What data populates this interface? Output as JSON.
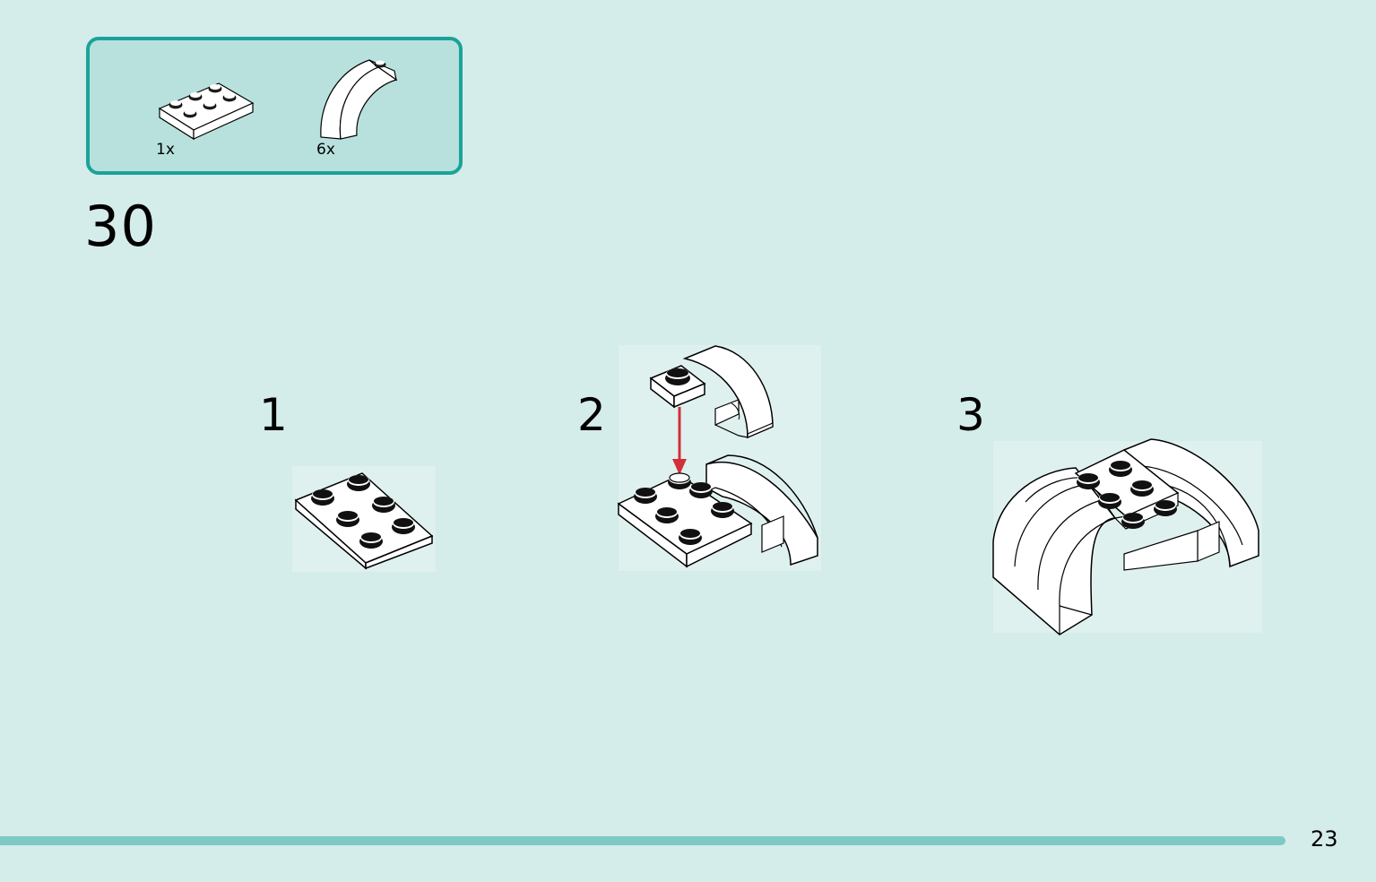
{
  "step": {
    "number": "30"
  },
  "parts": [
    {
      "icon": "plate-2x3-icon",
      "quantity": "1x"
    },
    {
      "icon": "curved-slope-icon",
      "quantity": "6x"
    }
  ],
  "substeps": [
    {
      "number": "1",
      "icon": "plate-2x3-icon"
    },
    {
      "number": "2",
      "icon": "attach-slopes-icon"
    },
    {
      "number": "3",
      "icon": "arch-assembly-icon"
    }
  ],
  "colors": {
    "background": "#d4ecea",
    "parts_box_border": "#1aa39a",
    "parts_box_fill": "#b8e1dd",
    "footer_bar": "#7ecac3",
    "arrow": "#d32f3a"
  },
  "page": {
    "number": "23"
  }
}
